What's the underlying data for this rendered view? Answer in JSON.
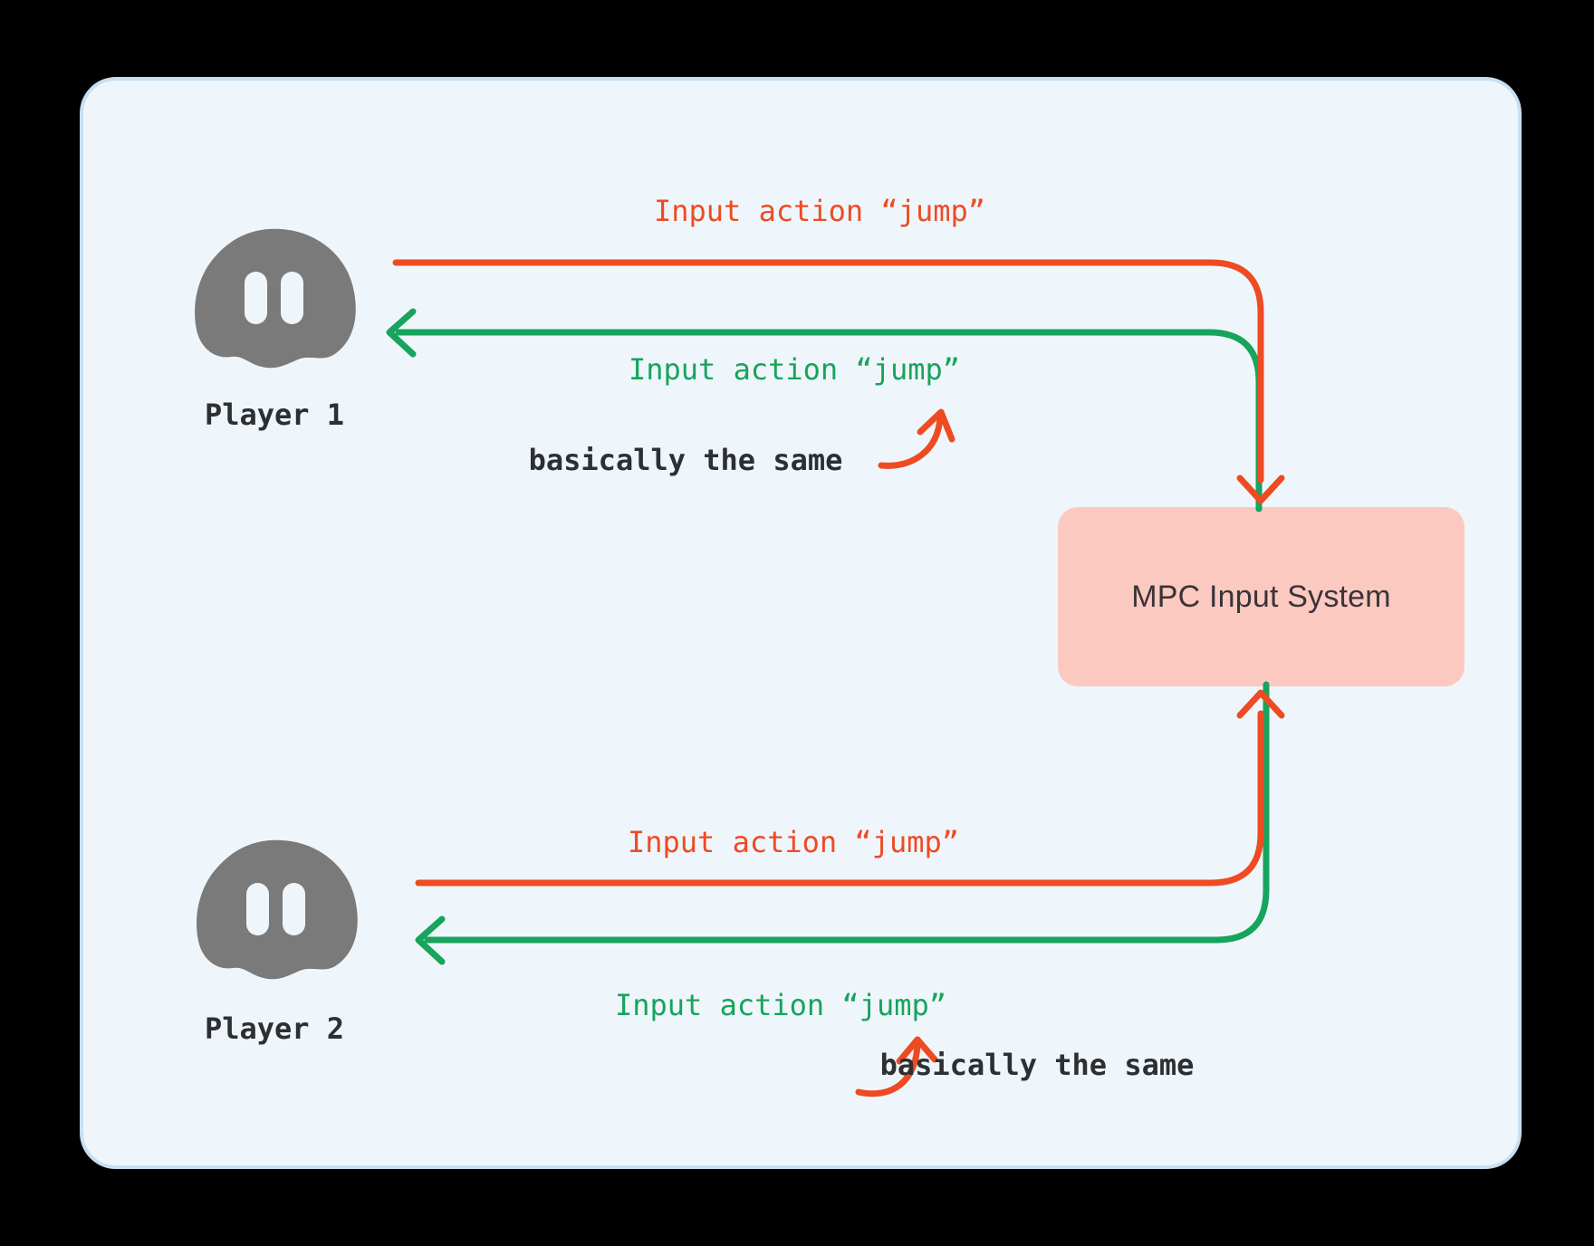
{
  "colors": {
    "background": "#000000",
    "panel_fill": "#eff6fb",
    "panel_border": "#c7dff3",
    "send_arrow_red": "#ee4b23",
    "receive_arrow_green": "#17a45c",
    "ghost_gray": "#7a7a7a",
    "system_box_fill": "#fcc9c1",
    "system_box_text": "#3a3438",
    "annotation_text": "#2d2f31"
  },
  "players": [
    {
      "label": "Player 1"
    },
    {
      "label": "Player 2"
    }
  ],
  "system_box": {
    "label": "MPC Input System"
  },
  "flow_labels": {
    "p1_send": "Input action “jump”",
    "p1_receive": "Input action “jump”",
    "p2_send": "Input action “jump”",
    "p2_receive": "Input action “jump”"
  },
  "annotations": [
    {
      "label": "basically the same"
    },
    {
      "label": "basically the same"
    }
  ]
}
